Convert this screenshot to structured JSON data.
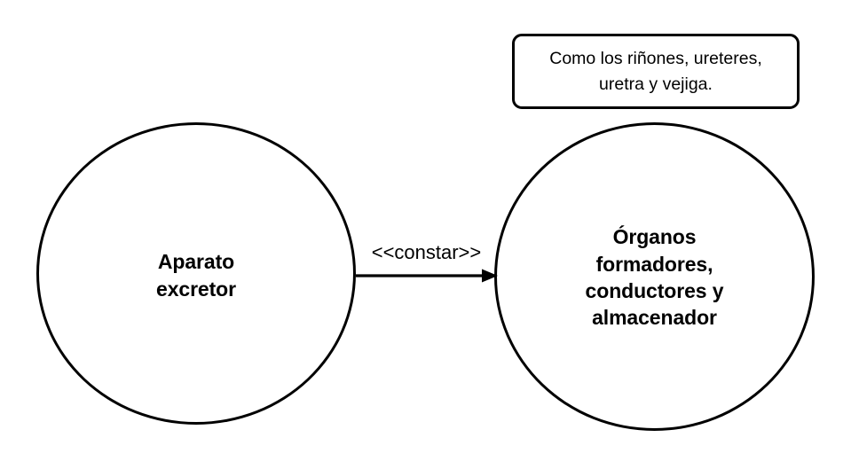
{
  "diagram": {
    "type": "uml-class-association",
    "background_color": "#ffffff",
    "stroke_color": "#000000",
    "nodes": [
      {
        "id": "aparato",
        "shape": "circle",
        "label": "Aparato\nexcretor",
        "bold": true
      },
      {
        "id": "organos",
        "shape": "circle",
        "label": "Órganos\nformadores,\nconductores y\nalmacenador",
        "bold": true
      }
    ],
    "note": {
      "shape": "rounded-rectangle",
      "text": "Como los riñones, ureteres,\nuretra y vejiga."
    },
    "edge": {
      "from": "aparato",
      "to": "organos",
      "label": "<<constar>>",
      "arrowhead": "filled-triangle",
      "style": "solid"
    }
  }
}
